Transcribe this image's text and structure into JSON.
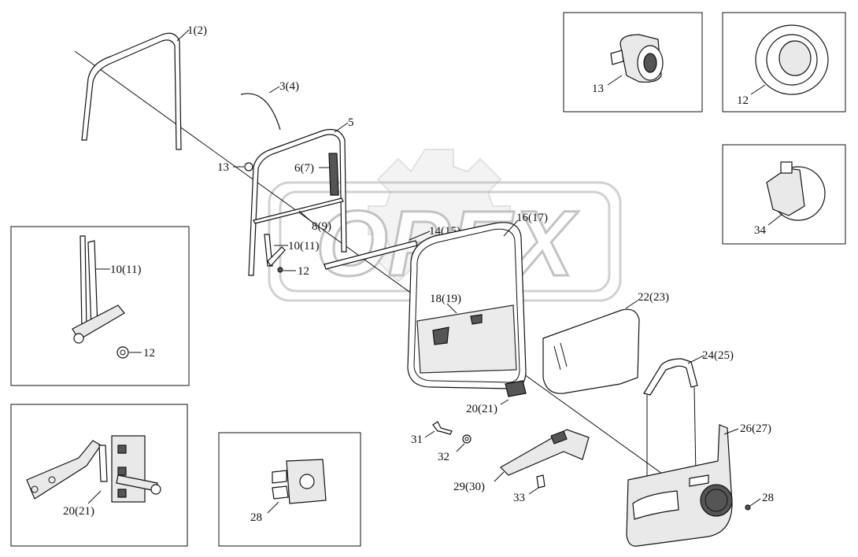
{
  "watermark": {
    "text": "OPEX"
  },
  "labels": {
    "l1": "1(2)",
    "l3": "3(4)",
    "l5": "5",
    "l6": "6(7)",
    "l13a": "13",
    "l8": "8(9)",
    "l10a": "10(11)",
    "l12a": "12",
    "l14": "14(15)",
    "l16": "16(17)",
    "l18": "18(19)",
    "l22": "22(23)",
    "l24": "24(25)",
    "l20a": "20(21)",
    "l26": "26(27)",
    "l28a": "28",
    "l31": "31",
    "l32": "32",
    "l29": "29(30)",
    "l33": "33",
    "l10b": "10(11)",
    "l12b": "12",
    "l20b": "20(21)",
    "l28b": "28",
    "l13b": "13",
    "l12c": "12",
    "l34": "34"
  }
}
